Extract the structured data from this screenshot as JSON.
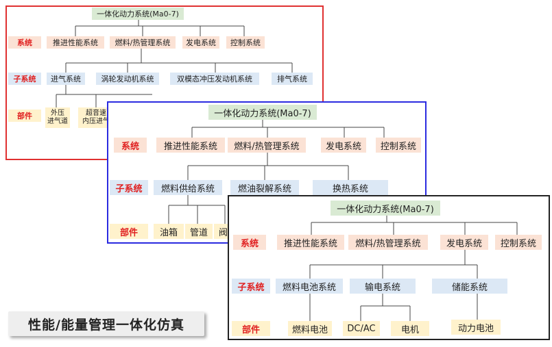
{
  "caption": "性能/能量管理一体化仿真",
  "colors": {
    "panel1_border": "#e03030",
    "panel2_border": "#2a2ae0",
    "panel3_border": "#222222",
    "label_text": "#e02020"
  },
  "panel1": {
    "root": "一体化动力系统(Ma0-7)",
    "row_labels": {
      "system": "系统",
      "subsystem": "子系统",
      "component": "部件"
    },
    "systems": [
      "推进性能系统",
      "燃料/热管理系统",
      "发电系统",
      "控制系统"
    ],
    "subsystems": [
      "进气系统",
      "涡轮发动机系统",
      "双模态冲压发动机系统",
      "排气系统"
    ],
    "components": [
      "外压\n进气道",
      "超音速\n内压进气"
    ]
  },
  "panel2": {
    "root": "一体化动力系统(Ma0-7)",
    "row_labels": {
      "system": "系统",
      "subsystem": "子系统",
      "component": "部件"
    },
    "systems": [
      "推进性能系统",
      "燃料/热管理系统",
      "发电系统",
      "控制系统"
    ],
    "subsystems": [
      "燃料供给系统",
      "燃油裂解系统",
      "换热系统"
    ],
    "components": [
      "油箱",
      "管道",
      "阀门"
    ]
  },
  "panel3": {
    "root": "一体化动力系统(Ma0-7)",
    "row_labels": {
      "system": "系统",
      "subsystem": "子系统",
      "component": "部件"
    },
    "systems": [
      "推进性能系统",
      "燃料/热管理系统",
      "发电系统",
      "控制系统"
    ],
    "subsystems": [
      "燃料电池系统",
      "输电系统",
      "储能系统"
    ],
    "components": [
      "燃料电池",
      "DC/AC",
      "电机",
      "动力电池"
    ]
  }
}
